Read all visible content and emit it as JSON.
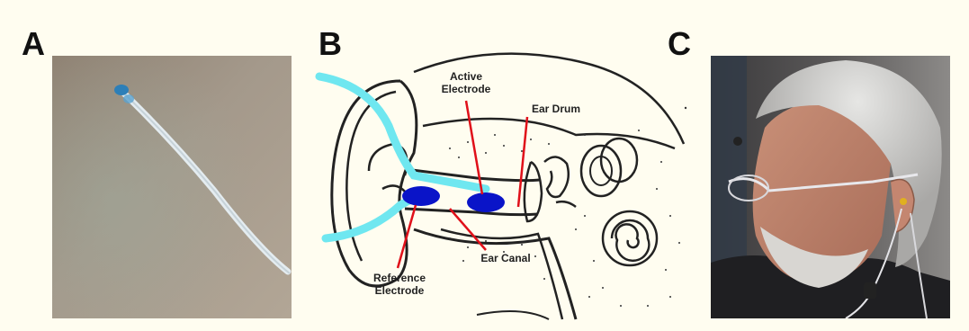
{
  "panels": {
    "a": {
      "letter": "A"
    },
    "b": {
      "letter": "B",
      "labels": {
        "active_electrode": "Active Electrode",
        "ear_drum": "Ear Drum",
        "ear_canal": "Ear Canal",
        "reference_electrode": "Reference Electrode"
      }
    },
    "c": {
      "letter": "C"
    }
  },
  "colors": {
    "background": "#fffdf0",
    "cable": "#6fe7f0",
    "electrode": "#0a14c8",
    "pointer": "#e0101a",
    "electrode_tip": "#2d7fb8"
  }
}
